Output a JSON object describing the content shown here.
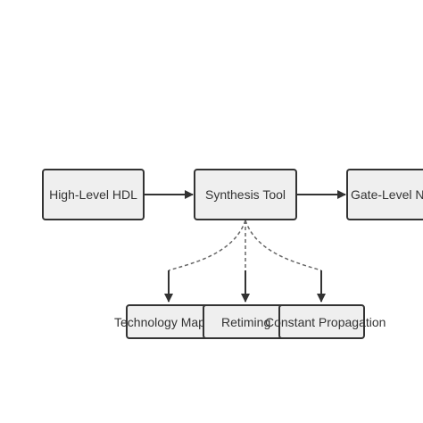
{
  "diagram": {
    "nodes": {
      "hdl": {
        "label": "High-Level HDL"
      },
      "synthesis": {
        "label": "Synthesis Tool"
      },
      "netlist": {
        "label": "Gate-Level Netlist"
      },
      "techmap": {
        "label": "Technology Mapping"
      },
      "retiming": {
        "label": "Retiming"
      },
      "constprop": {
        "label": "Constant Propagation"
      }
    },
    "edges": [
      {
        "from": "hdl",
        "to": "synthesis",
        "style": "solid"
      },
      {
        "from": "synthesis",
        "to": "netlist",
        "style": "solid"
      },
      {
        "from": "synthesis",
        "to": "techmap",
        "style": "dashed"
      },
      {
        "from": "synthesis",
        "to": "retiming",
        "style": "dashed"
      },
      {
        "from": "synthesis",
        "to": "constprop",
        "style": "dashed"
      }
    ],
    "colors": {
      "node_fill": "#efefef",
      "node_stroke": "#333333",
      "edge": "#333333",
      "dashed_edge": "#666666",
      "text": "#333333"
    }
  }
}
